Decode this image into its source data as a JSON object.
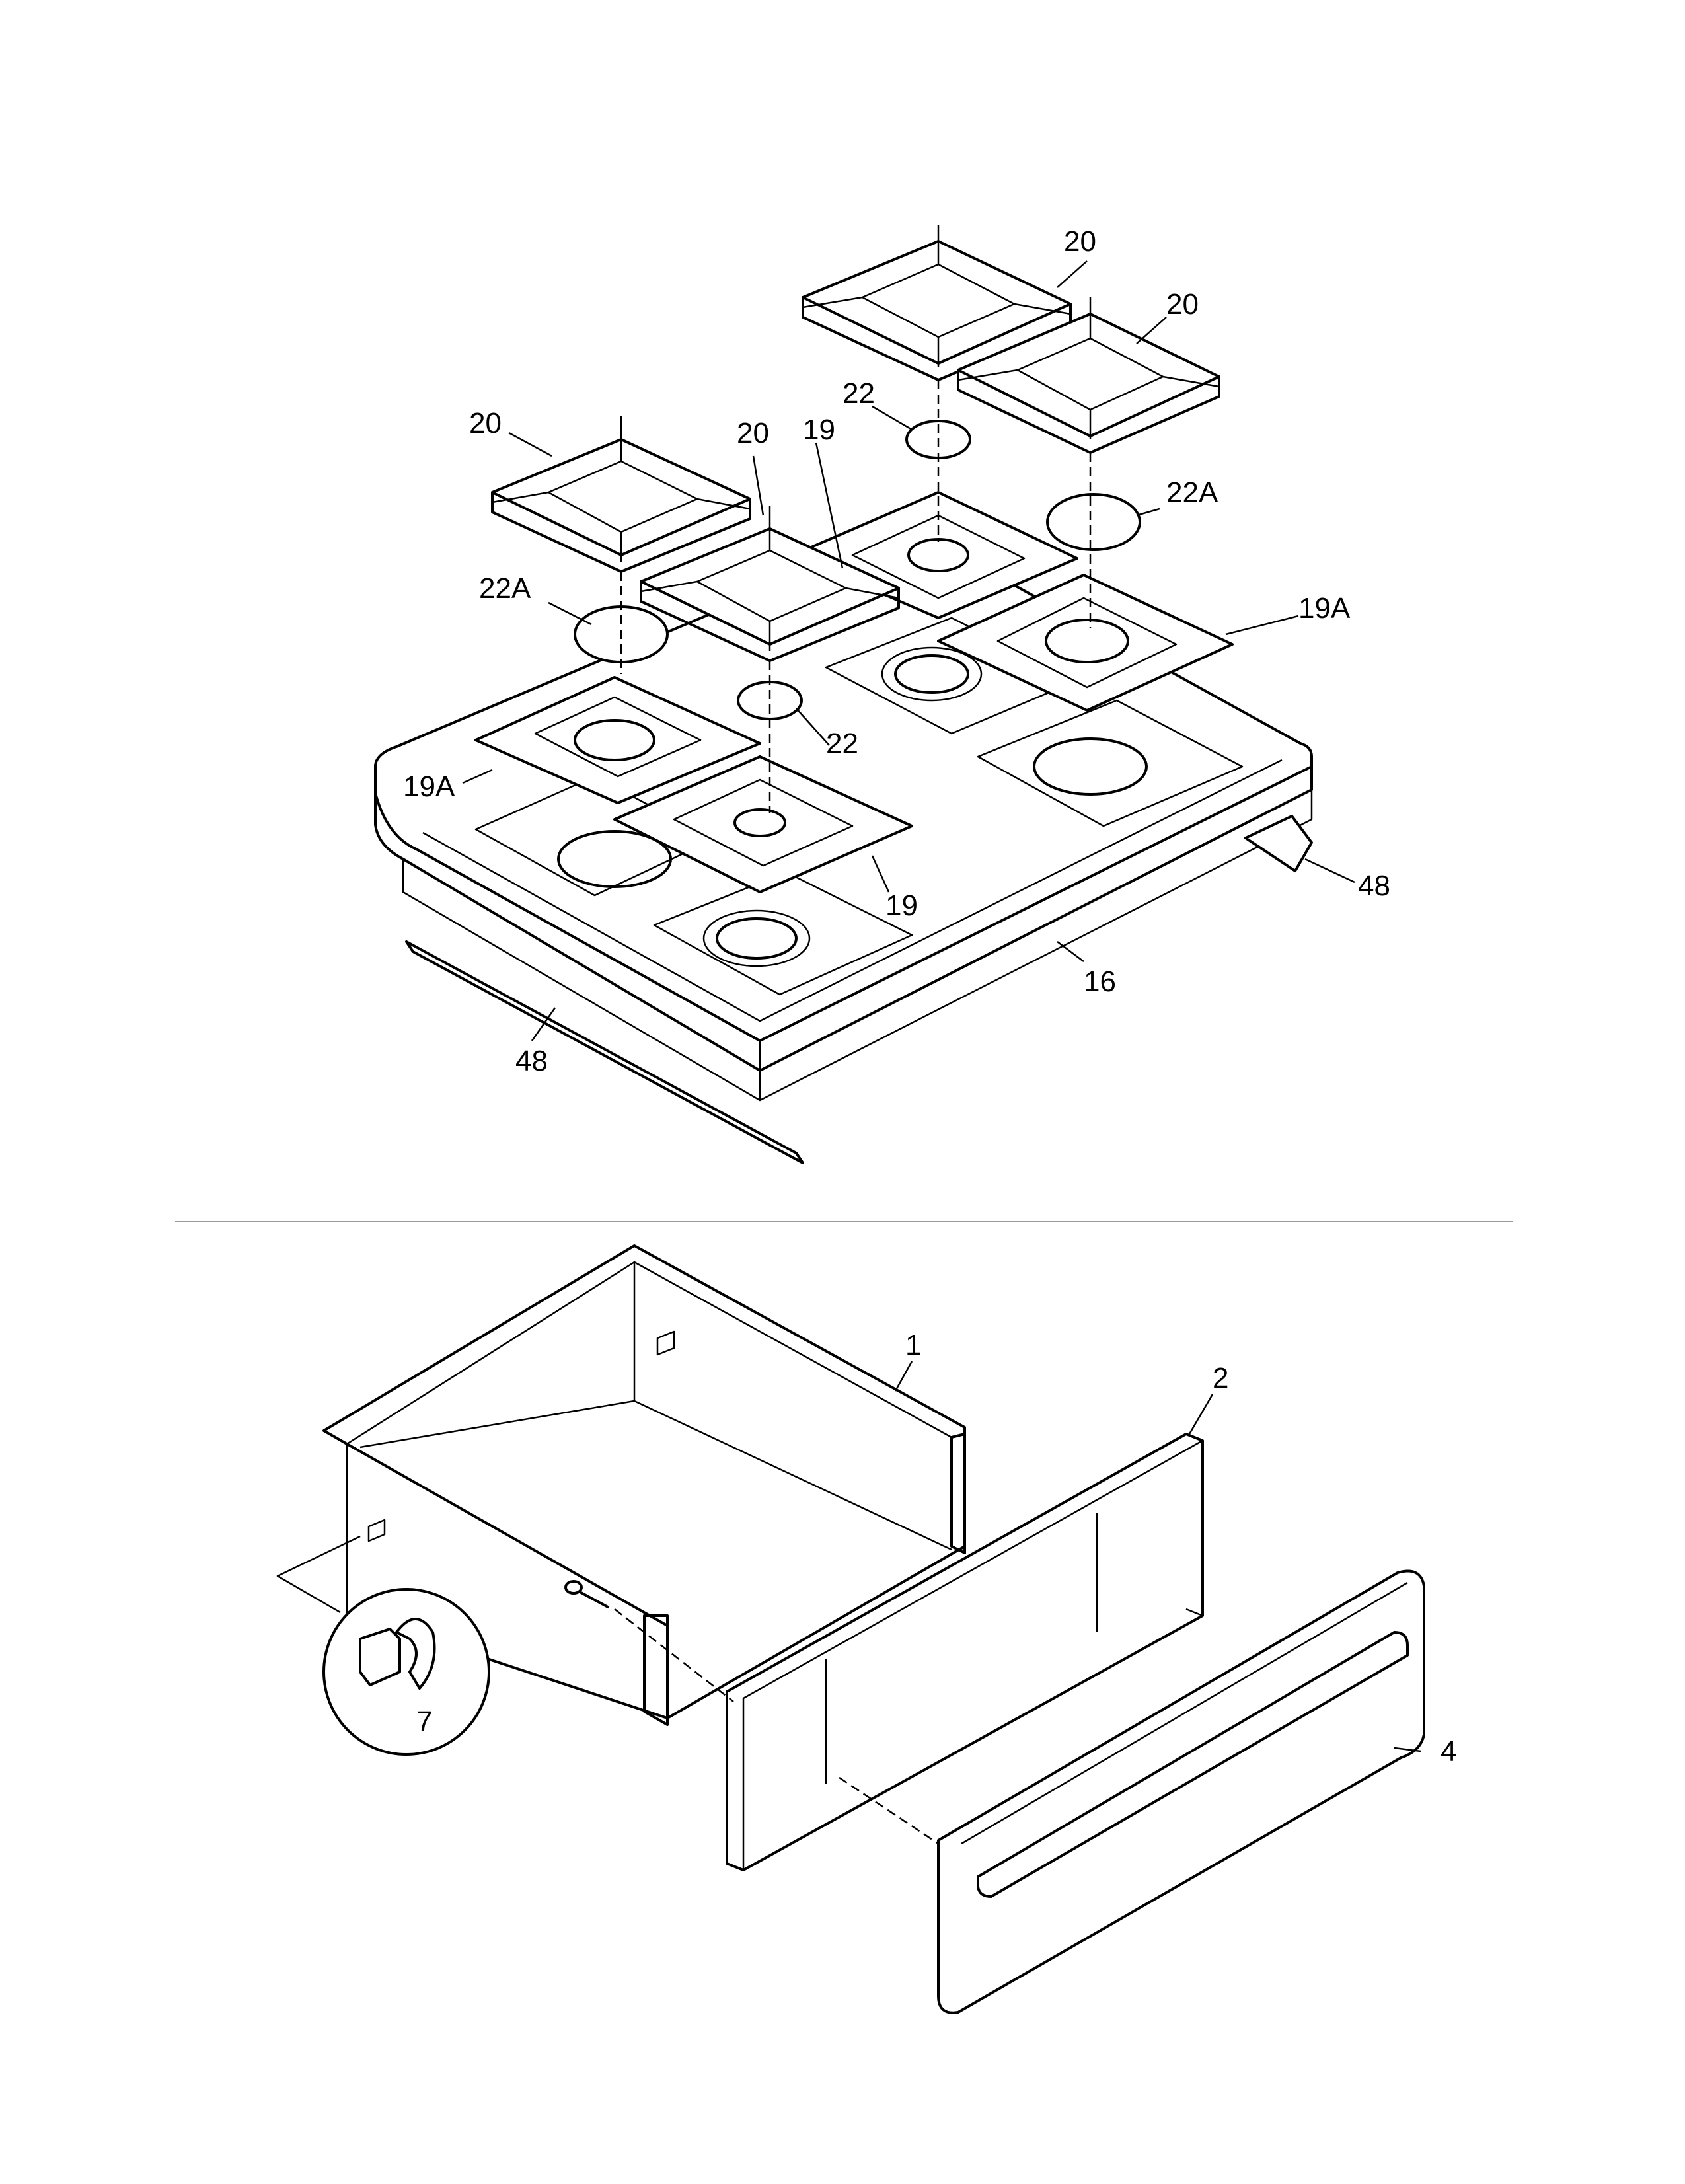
{
  "cooktop_callouts": [
    {
      "key": "grate_rear_top",
      "text": "20"
    },
    {
      "key": "grate_rear_right",
      "text": "20"
    },
    {
      "key": "grate_front_left",
      "text": "20"
    },
    {
      "key": "grate_front_center",
      "text": "20"
    },
    {
      "key": "cap_rear",
      "text": "22"
    },
    {
      "key": "cap_right_large",
      "text": "22A"
    },
    {
      "key": "cap_left_large",
      "text": "22A"
    },
    {
      "key": "cap_front_small",
      "text": "22"
    },
    {
      "key": "tray_rear",
      "text": "19"
    },
    {
      "key": "tray_right",
      "text": "19A"
    },
    {
      "key": "tray_left",
      "text": "19A"
    },
    {
      "key": "tray_front",
      "text": "19"
    },
    {
      "key": "cooktop",
      "text": "16"
    },
    {
      "key": "trim_right",
      "text": "48"
    },
    {
      "key": "trim_left",
      "text": "48"
    }
  ],
  "drawer_callouts": [
    {
      "key": "drawer_box",
      "text": "1"
    },
    {
      "key": "drawer_front_panel",
      "text": "2"
    },
    {
      "key": "drawer_handle_panel",
      "text": "4"
    },
    {
      "key": "drawer_glide",
      "text": "7"
    }
  ],
  "colors": {
    "line": "#000000",
    "separator": "#9a9a9a",
    "background": "#ffffff"
  }
}
